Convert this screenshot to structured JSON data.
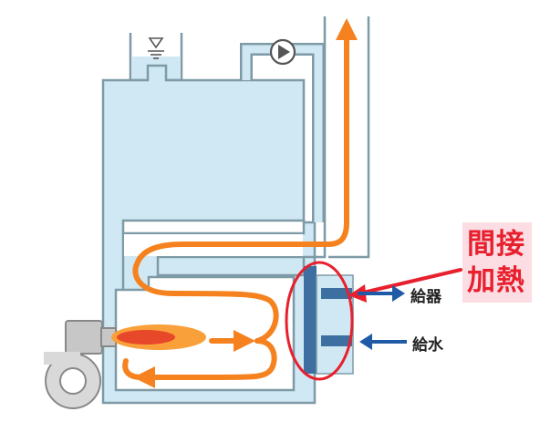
{
  "callout": {
    "line1": "間接",
    "line2": "加熱"
  },
  "labels": {
    "steam_out": "給器",
    "water_in": "給水"
  },
  "colors": {
    "water": "#cfe8f3",
    "outline": "#7d9aa6",
    "flow": "#f5821f",
    "flame_outer": "#f9a03a",
    "flame_inner": "#e8482a",
    "exchanger": "#3d6fa0",
    "arrow_blue": "#1f5aa6",
    "highlight": "#e8202e",
    "callout_bg": "#fbdde3",
    "burner": "#c7c7c7"
  }
}
